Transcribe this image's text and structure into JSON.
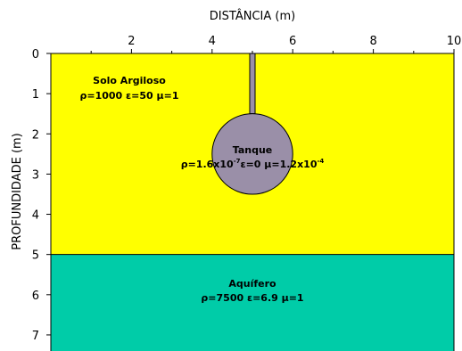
{
  "axes": {
    "x_title": "DISTÂNCIA (m)",
    "y_title": "PROFUNDIDADE (m)",
    "x_ticks": [
      "2",
      "4",
      "6",
      "8",
      "10"
    ],
    "y_ticks": [
      "0",
      "1",
      "2",
      "3",
      "4",
      "5",
      "6",
      "7"
    ],
    "x_range": [
      0,
      10
    ],
    "y_range": [
      0,
      7.4
    ],
    "x_tick_values": [
      2,
      4,
      6,
      8,
      10
    ],
    "y_tick_values": [
      0,
      1,
      2,
      3,
      4,
      5,
      6,
      7
    ]
  },
  "layers": {
    "clay": {
      "color": "#ffff00",
      "depth_range": [
        0,
        5
      ],
      "title": "Solo Argiloso",
      "props": "ρ=1000 ε=50 μ=1"
    },
    "aquifer": {
      "color": "#00cca8",
      "depth_range": [
        5,
        7.4
      ],
      "title": "Aquífero",
      "props": "ρ=7500 ε=6.9 μ=1"
    }
  },
  "tank": {
    "color": "#9a8fa8",
    "center_x": 5,
    "center_depth": 2.5,
    "radius": 1,
    "pipe_top_depth": 0,
    "title": "Tanque",
    "rho_prefix": "ρ=1.6x10",
    "rho_exp": "-7",
    "eps_mu_prefix": "ε=0 μ=1.2x10",
    "mu_exp": "-4"
  }
}
